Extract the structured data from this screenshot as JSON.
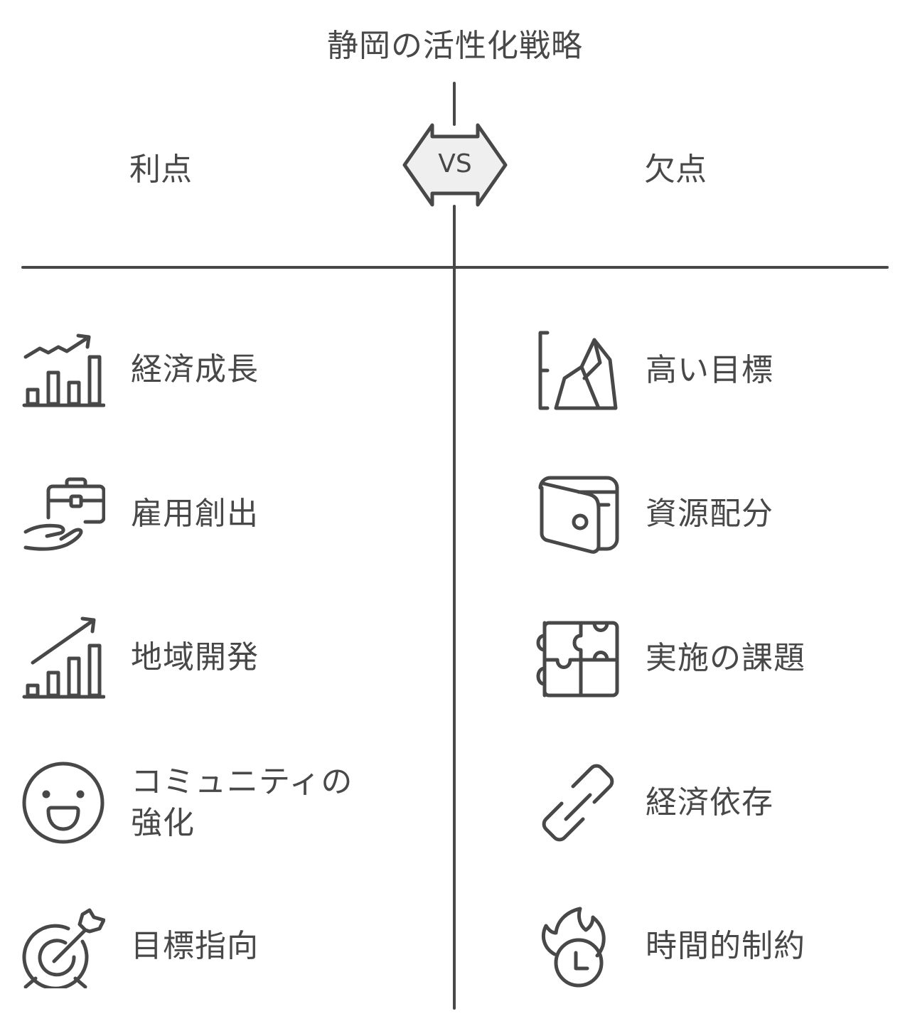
{
  "title": "静岡の活性化戦略",
  "vs_label": "VS",
  "columns": {
    "left": {
      "heading": "利点",
      "items": [
        {
          "label": "経済成長",
          "icon": "growth-chart-icon"
        },
        {
          "label": "雇用創出",
          "icon": "briefcase-hand-icon"
        },
        {
          "label": "地域開発",
          "icon": "rising-bars-icon"
        },
        {
          "label": "コミュニティの強化",
          "label_line1": "コミュニティの",
          "label_line2": "強化",
          "icon": "smiley-face-icon"
        },
        {
          "label": "目標指向",
          "icon": "target-arrow-icon"
        }
      ]
    },
    "right": {
      "heading": "欠点",
      "items": [
        {
          "label": "高い目標",
          "icon": "mountain-icon"
        },
        {
          "label": "資源配分",
          "icon": "wallet-icon"
        },
        {
          "label": "実施の課題",
          "icon": "puzzle-icon"
        },
        {
          "label": "経済依存",
          "icon": "chain-link-icon"
        },
        {
          "label": "時間的制約",
          "icon": "burning-clock-icon"
        }
      ]
    }
  },
  "colors": {
    "stroke": "#484848",
    "vs_fill": "#efefef",
    "background": "#ffffff"
  }
}
